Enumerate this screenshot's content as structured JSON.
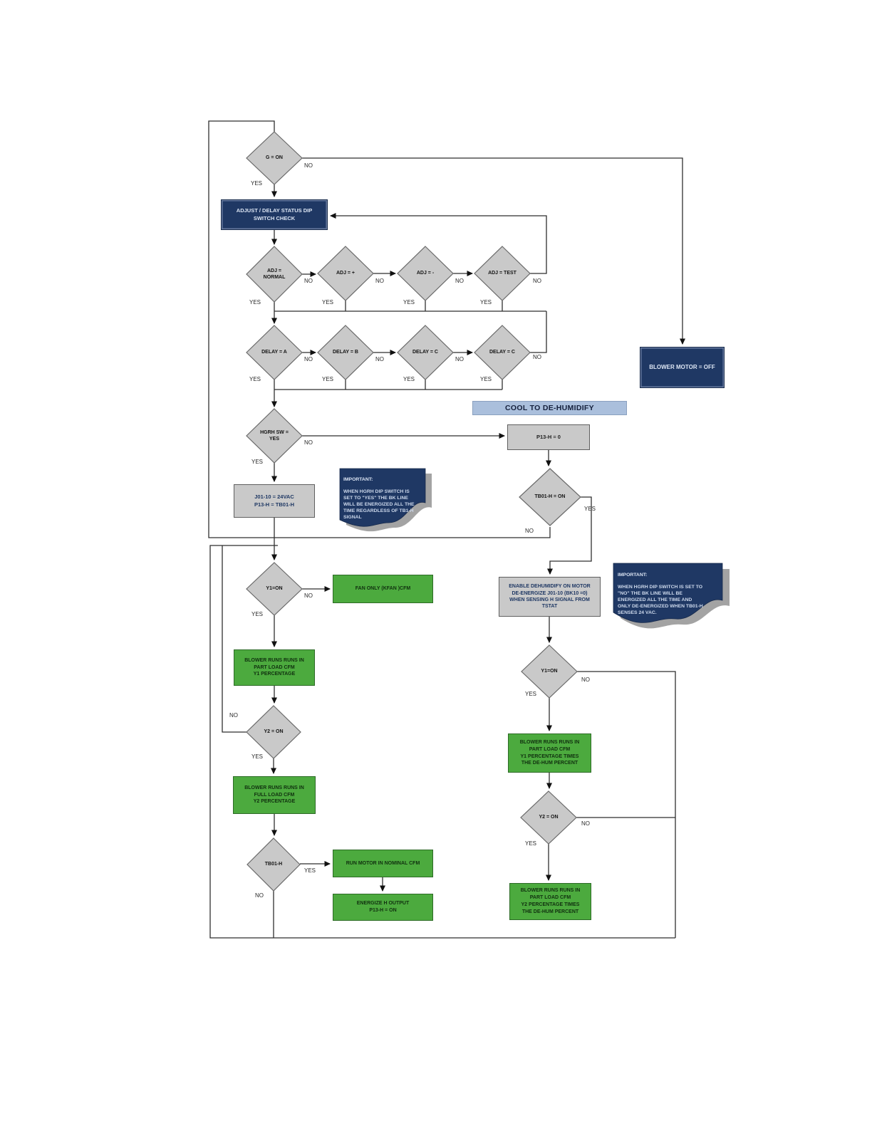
{
  "labels": {
    "yes": "YES",
    "no": "NO"
  },
  "banner": {
    "text": "COOL TO DE-HUMIDIFY"
  },
  "decisions": {
    "g_on": "G = ON",
    "adj_normal": "ADJ =\nNORMAL",
    "adj_plus": "ADJ = +",
    "adj_minus": "ADJ = -",
    "adj_test": "ADJ = TEST",
    "delay_a": "DELAY = A",
    "delay_b": "DELAY = B",
    "delay_c1": "DELAY = C",
    "delay_c2": "DELAY = C",
    "hgrh": "HGRH SW =\nYES",
    "y1_left": "Y1=ON",
    "y2_left": "Y2 = ON",
    "tb01_left": "TB01-H",
    "tb01_on": "TB01-H = ON",
    "y1_right": "Y1=ON",
    "y2_right": "Y2 = ON"
  },
  "processes": {
    "adjust_check": "ADJUST / DELAY  STATUS  DIP\nSWITCH CHECK",
    "blower_off": "BLOWER MOTOR = OFF",
    "j01": "J01-10 = 24VAC\nP13-H = TB01-H",
    "p13h0": "P13-H = 0",
    "enable_dehum": "ENABLE DEHUMIDIFY ON MOTOR\nDE-ENERGIZE J01-10 (BK10 =0)\nWHEN SENSING  H SIGNAL FROM\nTSTAT",
    "fan_only": "FAN ONLY (KFAN )CFM",
    "part_load_left": "BLOWER RUNS RUNS IN\nPART LOAD CFM\nY1 PERCENTAGE",
    "full_load_left": "BLOWER RUNS RUNS IN\nFULL LOAD CFM\nY2 PERCENTAGE",
    "run_motor": "RUN MOTOR IN NOMINAL CFM",
    "energize": "ENERGIZE  H OUTPUT\nP13-H = ON",
    "part_load_r1": "BLOWER RUNS RUNS IN\nPART LOAD CFM\nY1 PERCENTAGE TIMES\nTHE DE-HUM PERCENT",
    "part_load_r2": "BLOWER RUNS RUNS IN\nPART LOAD CFM\nY2 PERCENTAGE TIMES\nTHE DE-HUM PERCENT"
  },
  "notes": {
    "n1_title": "IMPORTANT:",
    "n1_body": "WHEN HGRH DIP SWITCH IS\nSET TO \"YES\" THE BK LINE\nWILL BE ENERGIZED ALL THE\nTIME REGARDLESS OF TB1-H\nSIGNAL",
    "n2_title": "IMPORTANT:",
    "n2_body": "WHEN HGRH DIP SWITCH IS SET TO\n\"NO\" THE BK LINE WILL BE\nENERGIZED ALL THE TIME AND\nONLY DE-ENERGIZED WHEN TB01-H\nSENSES 24 VAC."
  },
  "colors": {
    "navy": "#1f3864",
    "gray_fill": "#c9c9c9",
    "green": "#4caa3e",
    "banner_blue": "#aabfdc",
    "line": "#2f2f2f"
  }
}
